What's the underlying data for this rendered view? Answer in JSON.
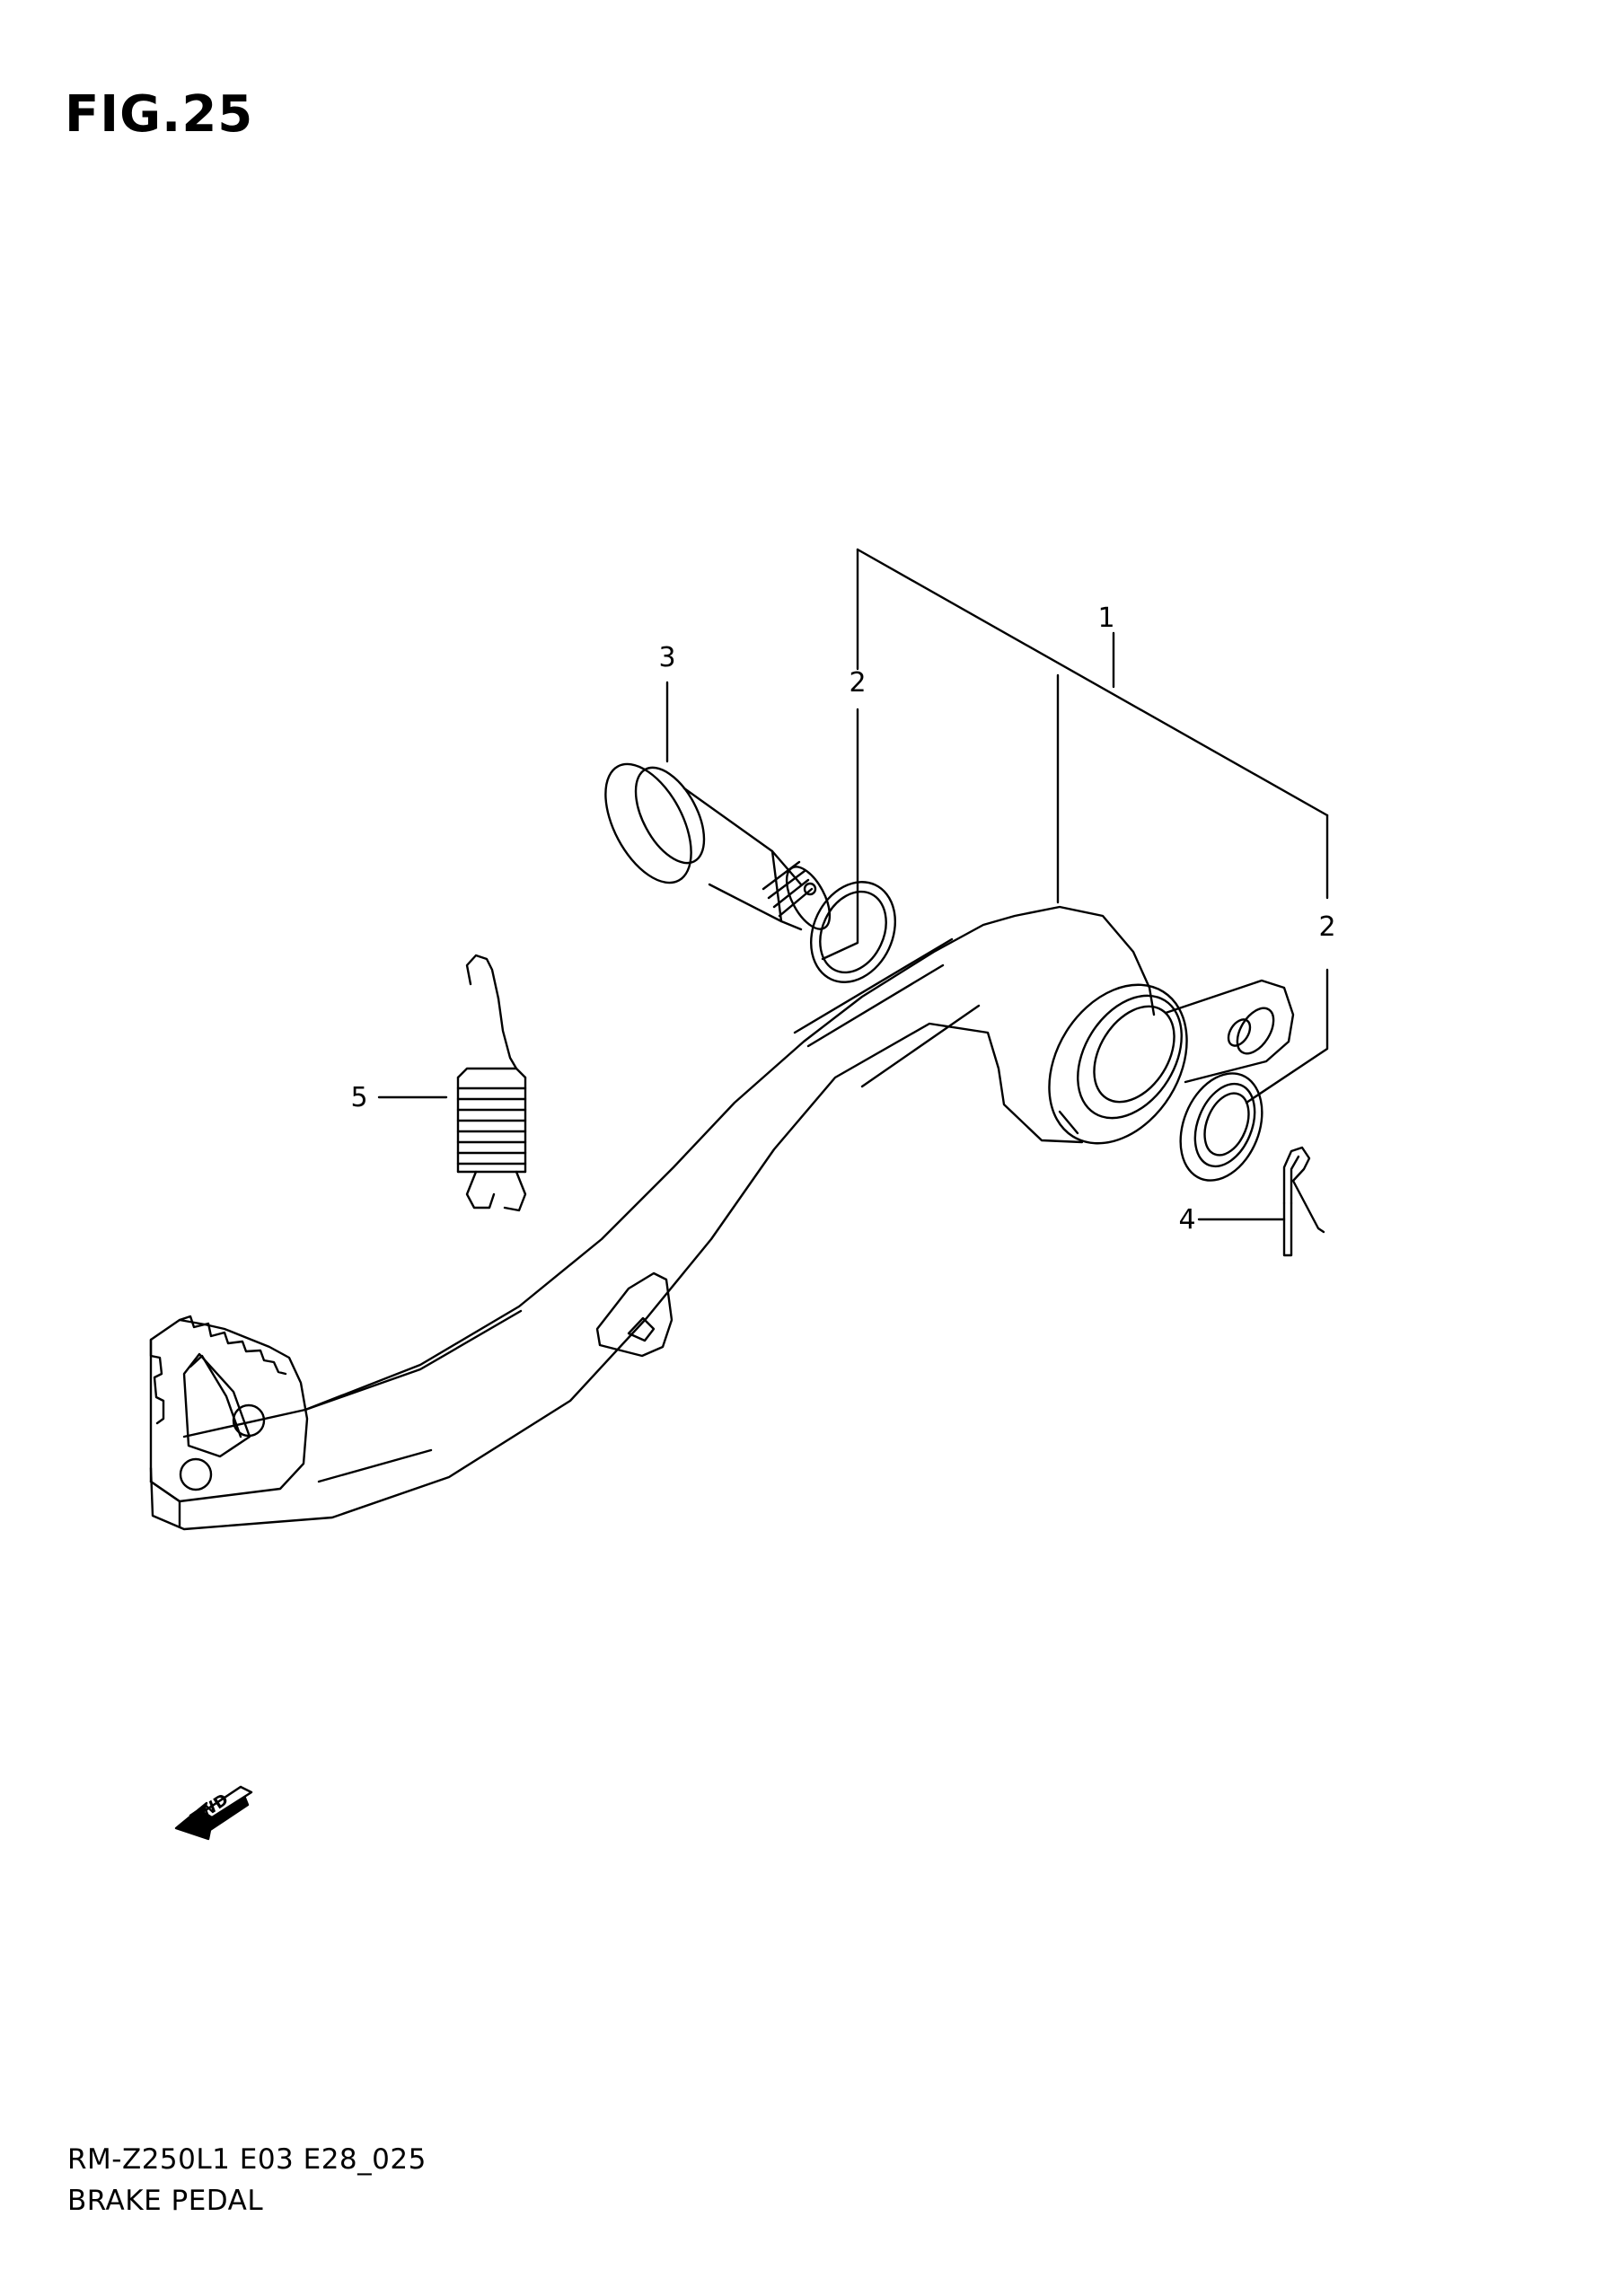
{
  "figure": {
    "title": "FIG.25",
    "model_code": "RM-Z250L1  E03 E28_025",
    "name": "BRAKE PEDAL"
  },
  "callouts": [
    {
      "number": "1",
      "part": "brake-pedal"
    },
    {
      "number": "2",
      "part": "o-ring-upper"
    },
    {
      "number": "2",
      "part": "o-ring-lower"
    },
    {
      "number": "3",
      "part": "pivot-bolt"
    },
    {
      "number": "4",
      "part": "cotter-pin"
    },
    {
      "number": "5",
      "part": "return-spring"
    }
  ],
  "direction_marker": {
    "label": "FWD",
    "icon": "forward-arrow-icon"
  },
  "colors": {
    "line": "#000000",
    "background": "#ffffff"
  }
}
